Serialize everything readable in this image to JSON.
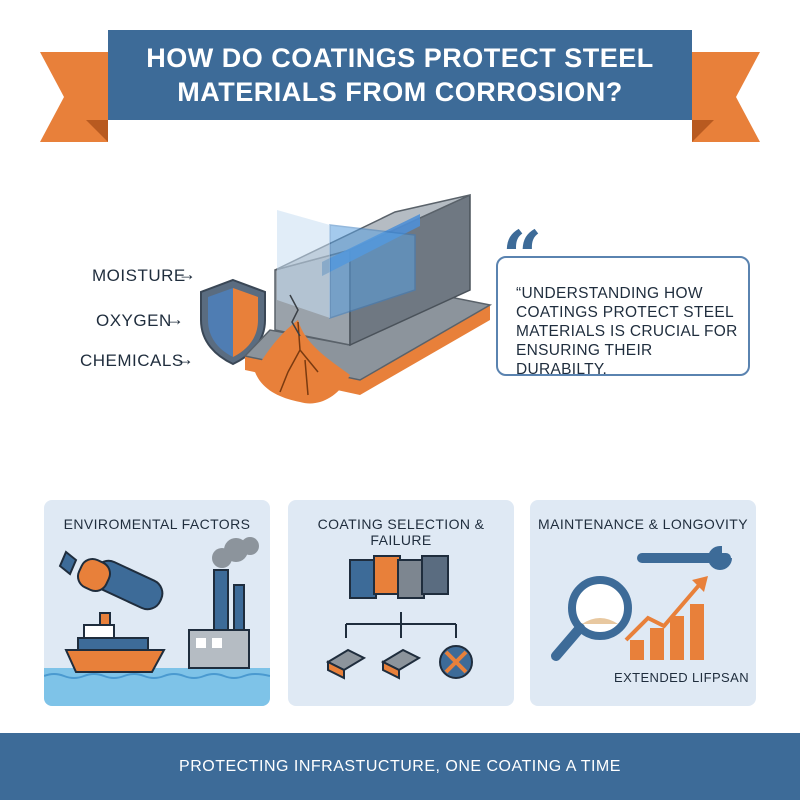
{
  "header": {
    "title_line1": "HOW DO COATINGS PROTECT STEEL",
    "title_line2": "MATERIALS FROM CORROSION?"
  },
  "hero": {
    "threats": [
      "MOISTURE",
      "OXYGEN",
      "CHEMICALS"
    ],
    "quote_mark": "“",
    "quote": "“UNDERSTANDING HOW COATINGS PROTECT STEEL MATERIALS IS CRUCIAL FOR ENSURING THEIR DURABILTY."
  },
  "panels": [
    {
      "title": "ENVIROMENTAL FACTORS"
    },
    {
      "title": "COATING SELECTION & FAILURE"
    },
    {
      "title": "MAINTENANCE & LONGOVITY",
      "label": "EXTENDED LIFPSAN"
    }
  ],
  "footer": {
    "text": "PROTECTING INFRASTUCTURE, ONE COATING A TIME"
  },
  "colors": {
    "banner_blue": "#3d6b98",
    "accent_orange": "#e8803a",
    "panel_bg": "#dfe9f4",
    "steel_gray": "#7d8690"
  }
}
